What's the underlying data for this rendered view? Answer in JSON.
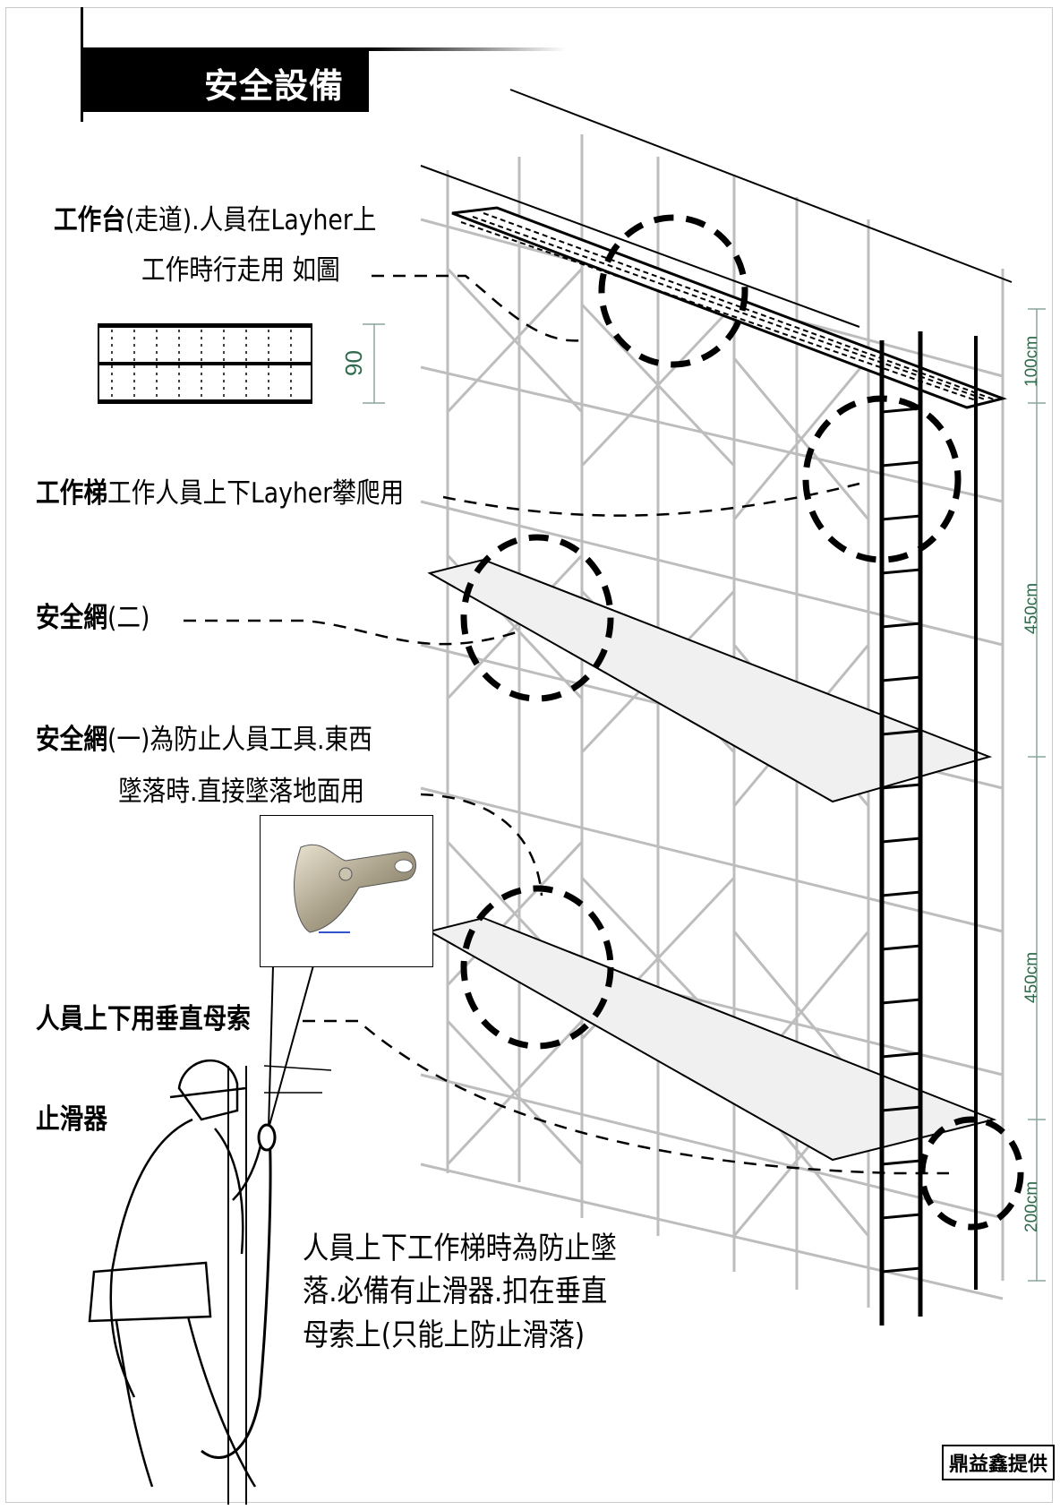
{
  "title": "安全設備",
  "labels": {
    "platform_bold": "工作台",
    "platform_rest": "(走道).人員在Layher上",
    "platform_line2": "工作時行走用  如圖",
    "ladder_bold": "工作梯",
    "ladder_rest": "工作人員上下Layher攀爬用",
    "net2_bold": "安全網",
    "net2_rest": "(二)",
    "net1_bold": "安全網",
    "net1_rest": "(一)為防止人員工具.東西",
    "net1_line2": "墜落時.直接墜落地面用",
    "rope_bold": "人員上下用垂直母索",
    "stopper_bold": "止滑器"
  },
  "note_lines": [
    "人員上下工作梯時為防止墜",
    "落.必備有止滑器.扣在垂直",
    "母索上(只能上防止滑落)"
  ],
  "dimensions": {
    "plank_width": "90",
    "d1": "100cm",
    "d2": "450cm",
    "d3": "450cm",
    "d4": "200cm"
  },
  "credit": "鼎益鑫提供",
  "colors": {
    "dimension": "#2f6b4d",
    "scaffold": "#b8b8b8",
    "ink": "#000000"
  }
}
